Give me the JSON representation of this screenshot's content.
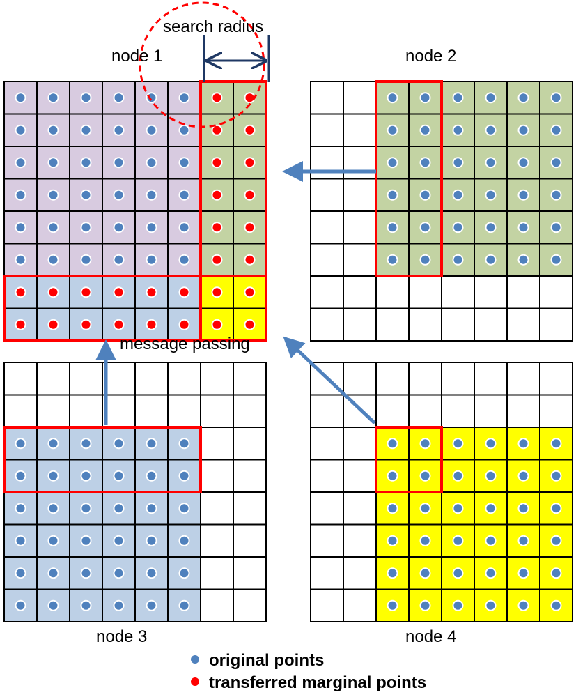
{
  "labels": {
    "node1": "node 1",
    "node2": "node 2",
    "node3": "node 3",
    "node4": "node 4",
    "search_radius": "search radius",
    "message_passing": "message passing"
  },
  "legend": {
    "original": "original points",
    "marginal": "transferred marginal points"
  },
  "colors": {
    "purple_cell": "#d8cbe0",
    "green_cell": "#c3d3a3",
    "blue_cell": "#bdd0e6",
    "yellow_cell": "#ffff00",
    "white_cell": "#ffffff",
    "original_point": "#4f81bd",
    "marginal_point": "#ff0000",
    "highlight_border": "#ff0000",
    "arrow": "#4f81bd",
    "radius_arrow": "#1f3864"
  }
}
